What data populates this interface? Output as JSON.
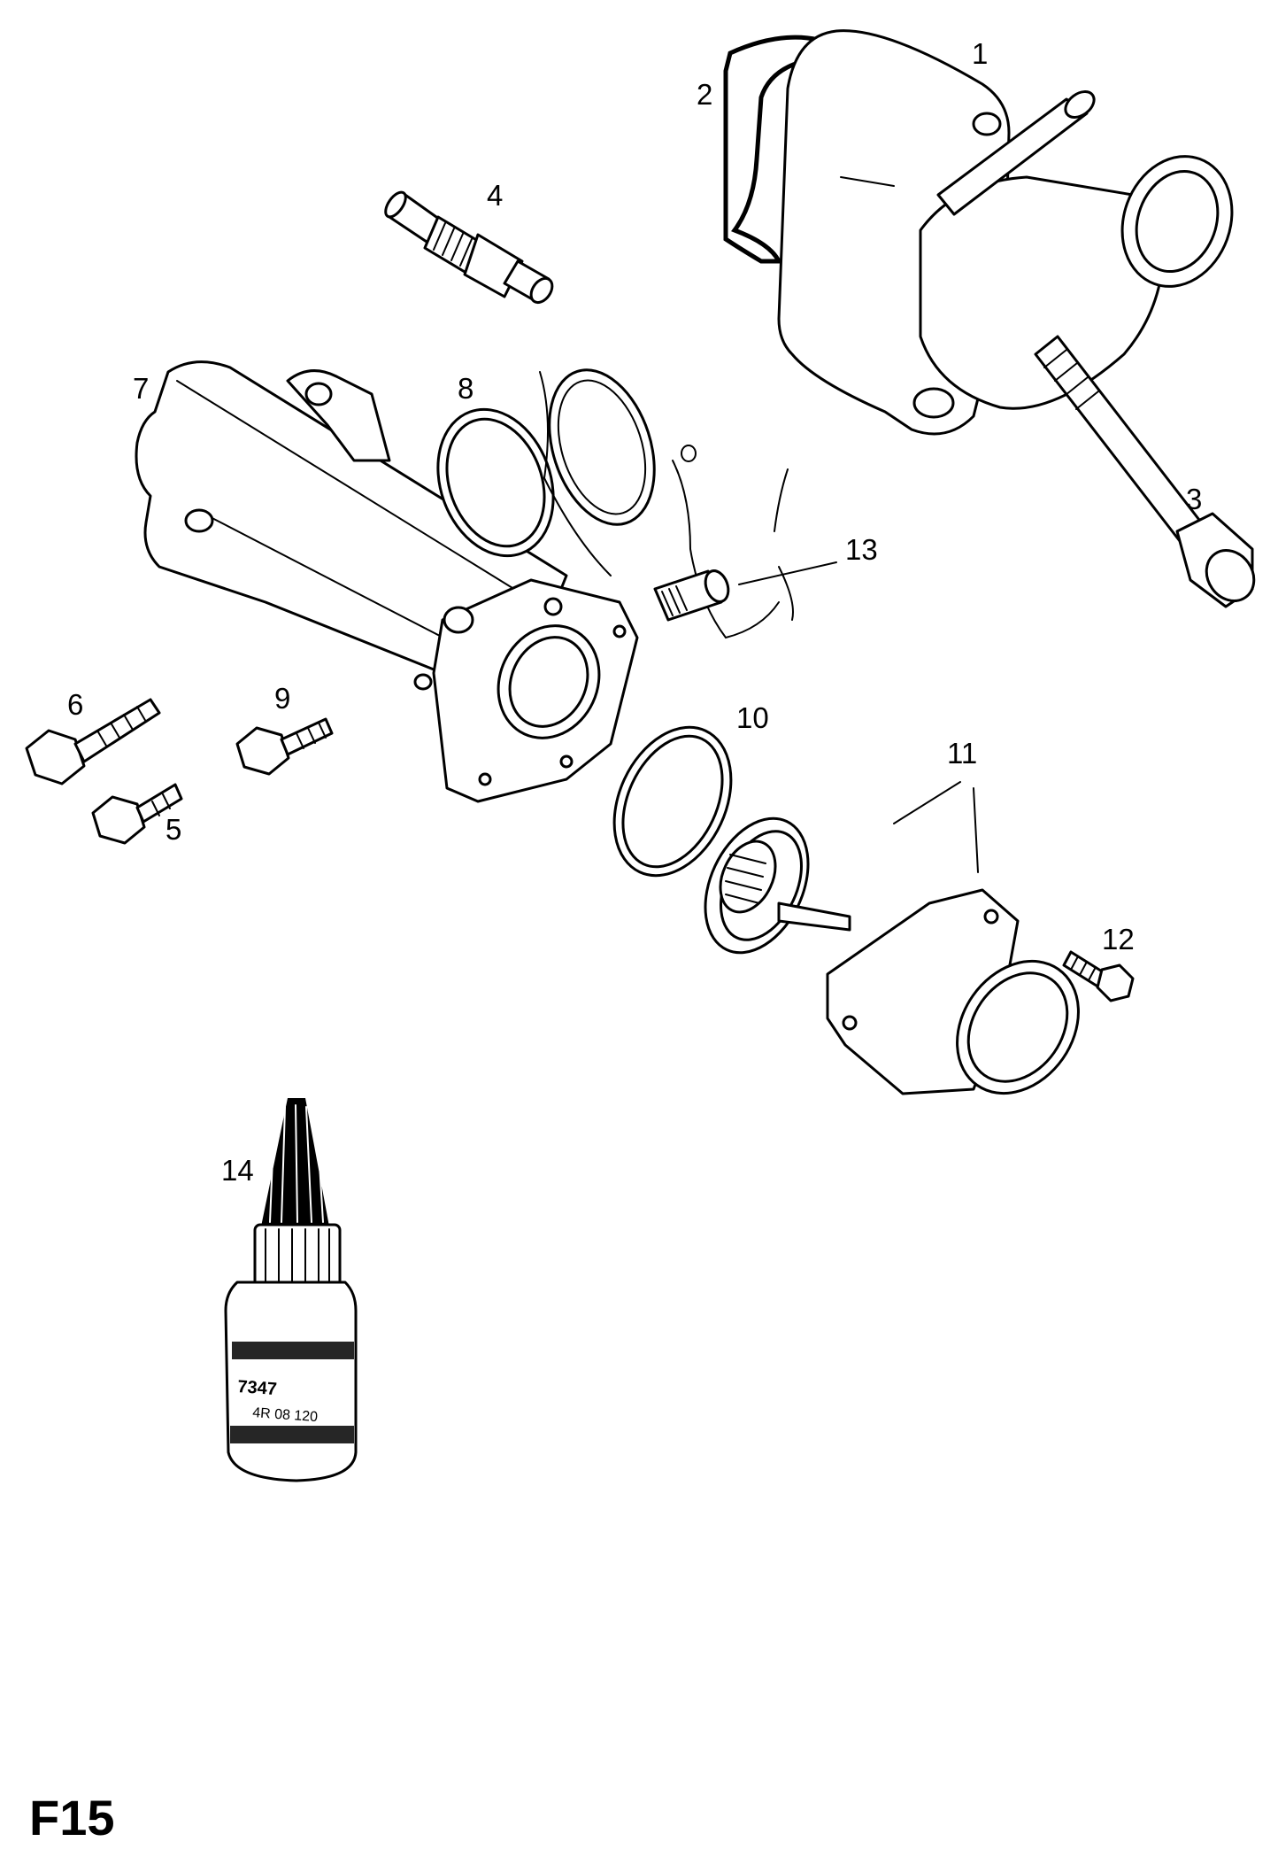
{
  "figure_code": "F15",
  "callouts": [
    {
      "id": "1",
      "text": "1"
    },
    {
      "id": "2",
      "text": "2"
    },
    {
      "id": "3",
      "text": "3"
    },
    {
      "id": "4",
      "text": "4"
    },
    {
      "id": "5",
      "text": "5"
    },
    {
      "id": "6",
      "text": "6"
    },
    {
      "id": "7",
      "text": "7"
    },
    {
      "id": "8",
      "text": "8"
    },
    {
      "id": "9",
      "text": "9"
    },
    {
      "id": "10",
      "text": "10"
    },
    {
      "id": "11",
      "text": "11"
    },
    {
      "id": "12",
      "text": "12"
    },
    {
      "id": "13",
      "text": "13"
    },
    {
      "id": "14",
      "text": "14"
    }
  ],
  "bottle_label": {
    "line1": "7347",
    "line2": "4R 08 120"
  }
}
